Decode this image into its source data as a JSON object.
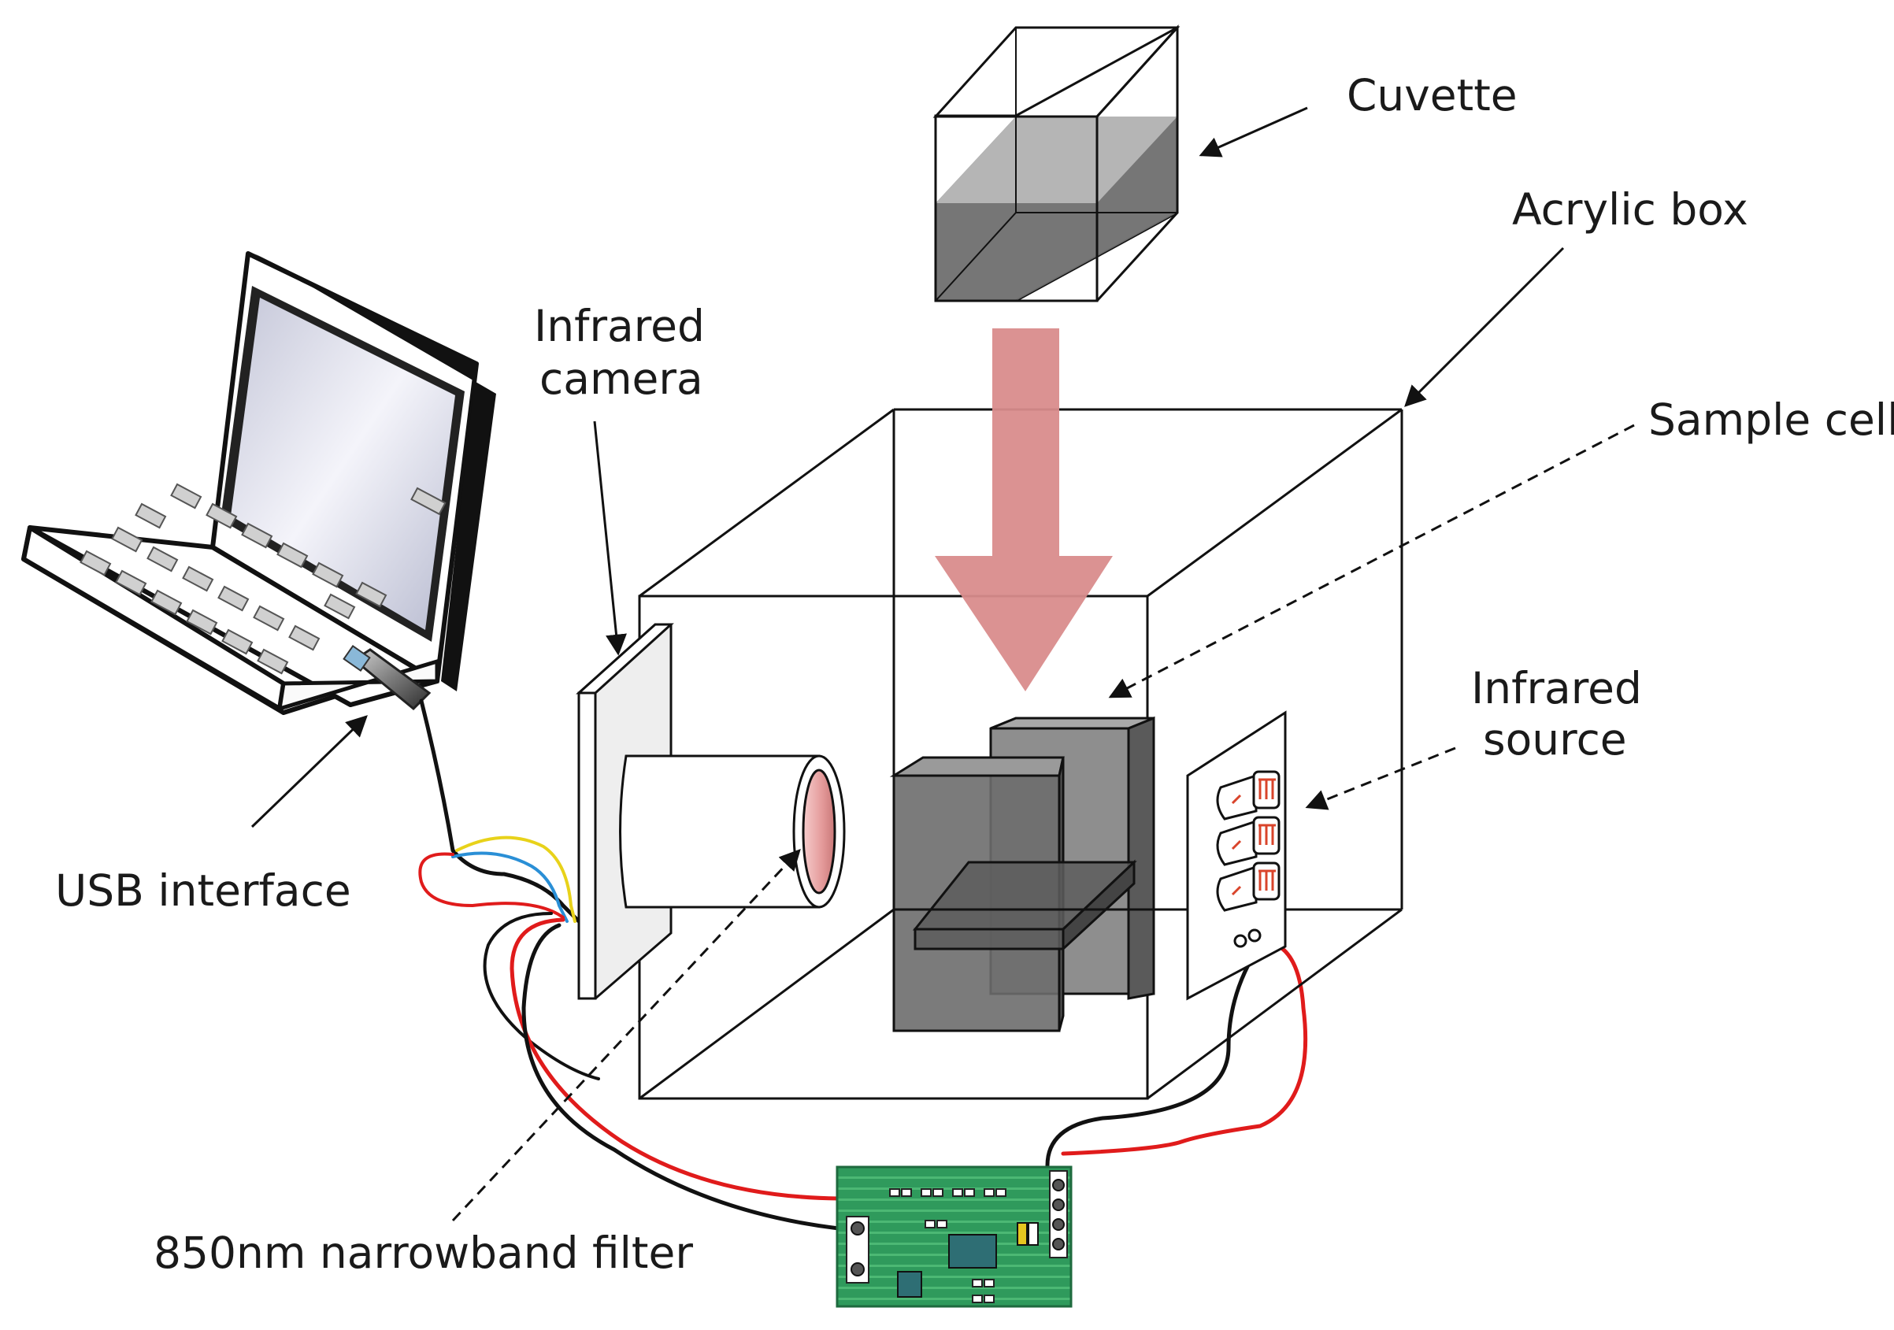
{
  "labels": {
    "cuvette": "Cuvette",
    "acrylic_box": "Acrylic box",
    "sample_cell": "Sample cell",
    "infrared_camera_line1": "Infrared",
    "infrared_camera_line2": "camera",
    "infrared_source_line1": "Infrared",
    "infrared_source_line2": "source",
    "usb_interface": "USB interface",
    "filter": "850nm narrowband filter"
  },
  "colors": {
    "arrow_fill": "#d98c8c",
    "cell_fill": "#6a6a6a",
    "cuvette_liquid": "#6f6f6f",
    "pcb": "#2f9a5c",
    "wire_red": "#e01b1b",
    "wire_blue": "#2a8fd6",
    "wire_yellow": "#e8d21a",
    "led": "#d9442b",
    "lens": "#e9a3a3"
  }
}
